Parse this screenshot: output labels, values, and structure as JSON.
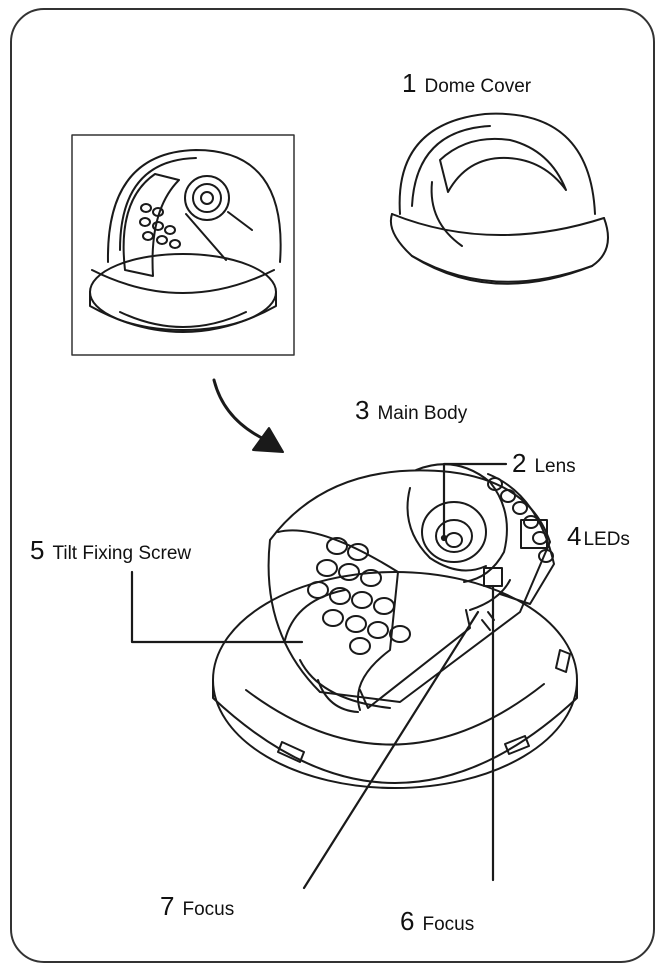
{
  "labels": {
    "dome_cover": {
      "num": "1",
      "text": "Dome Cover"
    },
    "lens": {
      "num": "2",
      "text": "Lens"
    },
    "main_body": {
      "num": "3",
      "text": "Main Body"
    },
    "leds": {
      "num": "4",
      "text": "LEDs"
    },
    "tilt_screw": {
      "num": "5",
      "text": "Tilt Fixing Screw"
    },
    "focus_6": {
      "num": "6",
      "text": "Focus"
    },
    "focus_7": {
      "num": "7",
      "text": "Focus"
    }
  }
}
